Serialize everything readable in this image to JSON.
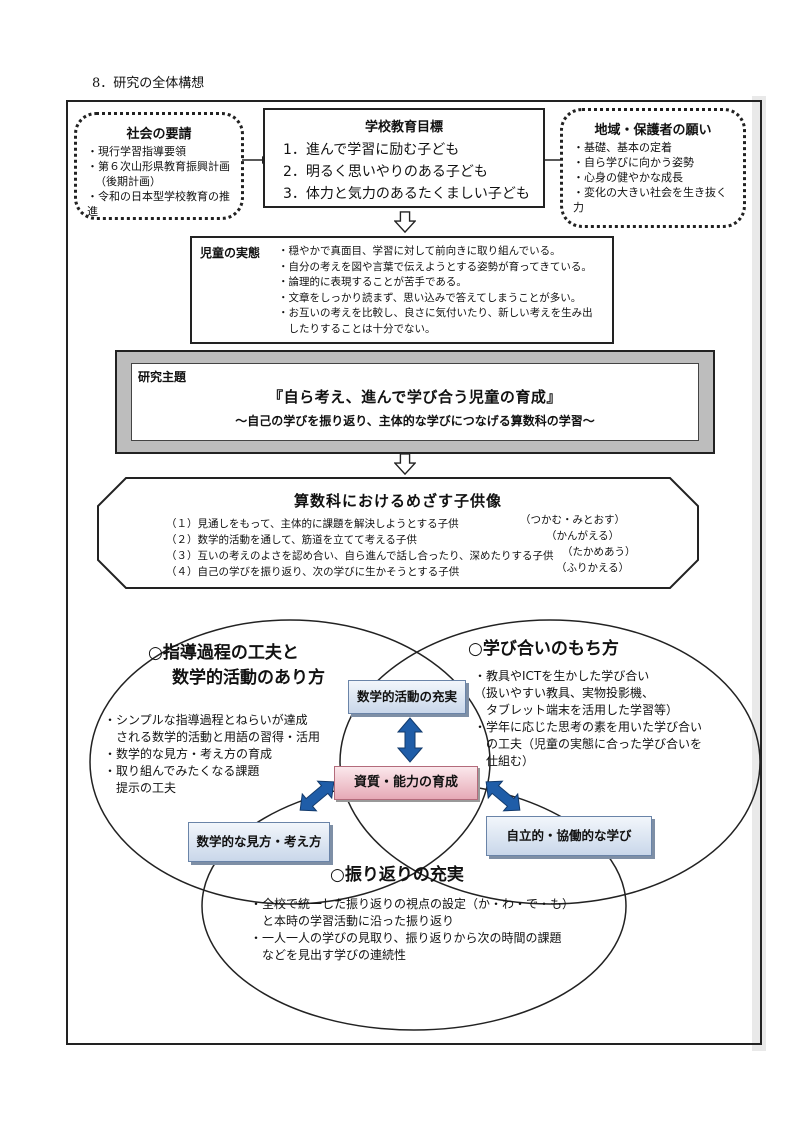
{
  "section_title": "8．研究の全体構想",
  "society": {
    "title": "社会の要請",
    "items": [
      "・現行学習指導要領",
      "・第６次山形県教育振興計画",
      "（後期計画）",
      "・令和の日本型学校教育の推進"
    ]
  },
  "school_goals": {
    "title": "学校教育目標",
    "items": [
      "1．進んで学習に励む子ども",
      "2．明るく思いやりのある子ども",
      "3．体力と気力のあるたくましい子ども"
    ]
  },
  "community": {
    "title": "地域・保護者の願い",
    "items": [
      "・基礎、基本の定着",
      "・自ら学びに向かう姿勢",
      "・心身の健やかな成長",
      "・変化の大きい社会を生き抜く力"
    ]
  },
  "student_status": {
    "label": "児童の実態",
    "items": [
      "・穏やかで真面目、学習に対して前向きに取り組んでいる。",
      "・自分の考えを図や言葉で伝えようとする姿勢が育ってきている。",
      "・論理的に表現することが苦手である。",
      "・文章をしっかり読まず、思い込みで答えてしまうことが多い。",
      "・お互いの考えを比較し、良さに気付いたり、新しい考えを生み出",
      "　したりすることは十分でない。"
    ]
  },
  "research_theme": {
    "label": "研究主題",
    "main": "『自ら考え、進んで学び合う児童の育成』",
    "sub": "～自己の学びを振り返り、主体的な学びにつなげる算数科の学習～"
  },
  "ideal_child": {
    "title": "算数科におけるめざす子供像",
    "rows": [
      {
        "text": "（１）見通しをもって、主体的に課題を解決しようとする子供",
        "tag": "（つかむ・みとおす）"
      },
      {
        "text": "（２）数学的活動を通して、筋道を立てて考える子供",
        "tag": "（かんがえる）"
      },
      {
        "text": "（３）互いの考えのよさを認め合い、自ら進んで話し合ったり、深めたりする子供",
        "tag": "（たかめあう）"
      },
      {
        "text": "（４）自己の学びを振り返り、次の学びに生かそうとする子供",
        "tag": "（ふりかえる）"
      }
    ]
  },
  "circle_left": {
    "title_line1": "○指導過程の工夫と",
    "title_line2": "数学的活動のあり方",
    "items": [
      "・シンプルな指導過程とねらいが達成",
      "　される数学的活動と用語の習得・活用",
      "・数学的な見方・考え方の育成",
      "・取り組んでみたくなる課題",
      "　提示の工夫"
    ]
  },
  "circle_right": {
    "title": "○学び合いのもち方",
    "items": [
      "・教具やICTを生かした学び合い",
      "（扱いやすい教具、実物投影機、",
      "　タブレット端末を活用した学習等）",
      "・学年に応じた思考の素を用いた学び合い",
      "　の工夫（児童の実態に合った学び合いを",
      "　仕組む）"
    ]
  },
  "circle_bottom": {
    "title": "○振り返りの充実",
    "items": [
      "・全校で統一した振り返りの視点の設定（か・わ・で・も）",
      "　と本時の学習活動に沿った振り返り",
      "・一人一人の学びの見取り、振り返りから次の時間の課題",
      "　などを見出す学びの連続性"
    ]
  },
  "labels": {
    "math_activity": "数学的活動の充実",
    "core": "資質・能力の育成",
    "math_view": "数学的な見方・考え方",
    "autonomous": "自立的・協働的な学び"
  },
  "colors": {
    "label_blue": "#c9d7ea",
    "label_pink": "#e6a9b6",
    "arrow_blue": "#1f5da8",
    "theme_bevel": "#bdbdbd"
  }
}
